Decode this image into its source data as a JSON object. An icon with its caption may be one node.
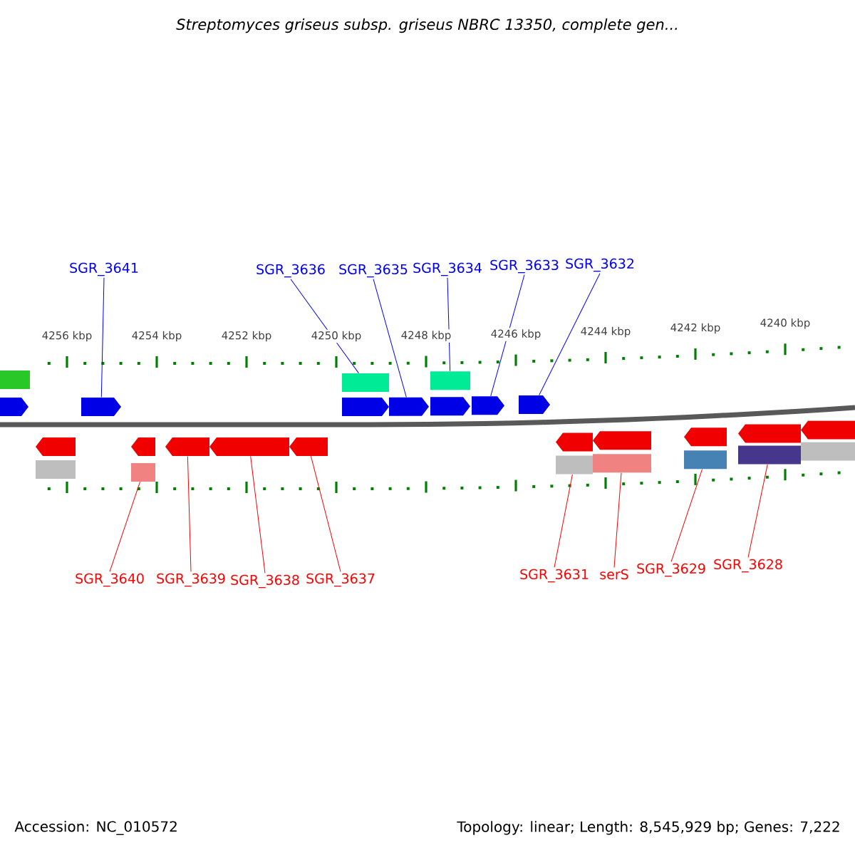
{
  "diagram": {
    "title": "Streptomyces griseus subsp. griseus NBRC 13350, complete gen...",
    "nodes": [
      {
        "text": [
          "SGR_3641"
        ]
      },
      {
        "text": [
          "SGR_3636"
        ]
      },
      {
        "text": [
          "SGR_3635"
        ]
      },
      {
        "text": [
          "SGR_3634"
        ]
      },
      {
        "text": [
          "SGR_3633"
        ]
      },
      {
        "text": [
          "SGR_3632"
        ]
      },
      {
        "text": [
          "SGR_3640"
        ]
      },
      {
        "text": [
          "SGR_3639"
        ]
      },
      {
        "text": [
          "SGR_3638"
        ]
      },
      {
        "text": [
          "SGR_3637"
        ]
      },
      {
        "text": [
          "SGR_3631"
        ]
      },
      {
        "text": [
          "serS"
        ]
      },
      {
        "text": [
          "SGR_3629"
        ]
      },
      {
        "text": [
          "SGR_3628"
        ]
      },
      {
        "text": [],
        "shape": "bar"
      },
      {
        "text": [],
        "shape": "bar"
      },
      {
        "text": [],
        "shape": "bar"
      },
      {
        "text": [],
        "shape": "pentagon"
      },
      {
        "text": [],
        "shape": "pentagon"
      },
      {
        "text": [],
        "shape": "pentagon"
      },
      {
        "text": [],
        "shape": "pentagon"
      },
      {
        "text": [],
        "shape": "pentagon"
      },
      {
        "text": [],
        "shape": "pentagon"
      },
      {
        "text": [],
        "shape": "pentagon"
      },
      {
        "text": [],
        "shape": "pentagon"
      },
      {
        "text": [],
        "shape": "pentagon"
      },
      {
        "text": [],
        "shape": "pentagon"
      },
      {
        "text": [],
        "shape": "pentagon"
      },
      {
        "text": [],
        "shape": "pentagon"
      },
      {
        "text": [],
        "shape": "pentagon"
      },
      {
        "text": [],
        "shape": "pentagon"
      },
      {
        "text": [],
        "shape": "pentagon"
      },
      {
        "text": [],
        "shape": "pentagon"
      },
      {
        "text": [],
        "shape": "pentagon"
      },
      {
        "text": [],
        "shape": "bar"
      },
      {
        "text": [],
        "shape": "bar"
      },
      {
        "text": [],
        "shape": "bar"
      },
      {
        "text": [],
        "shape": "bar"
      },
      {
        "text": [],
        "shape": "bar"
      },
      {
        "text": [],
        "shape": "bar"
      },
      {
        "text": [],
        "shape": "bar"
      }
    ],
    "edges": [
      {
        "from": 0,
        "to": 18,
        "arrow": "none",
        "color": "#0000ff"
      },
      {
        "from": 1,
        "to": 15,
        "arrow": "none",
        "color": "#0000ff"
      },
      {
        "from": 2,
        "to": 20,
        "arrow": "none",
        "color": "#0000ff"
      },
      {
        "from": 3,
        "to": 16,
        "arrow": "none",
        "color": "#0000ff"
      },
      {
        "from": 4,
        "to": 22,
        "arrow": "none",
        "color": "#0000ff"
      },
      {
        "from": 5,
        "to": 23,
        "arrow": "none",
        "color": "#0000ff"
      },
      {
        "from": 6,
        "to": 35,
        "arrow": "none",
        "color": "#ff0000"
      },
      {
        "from": 7,
        "to": 26,
        "arrow": "none",
        "color": "#ff0000"
      },
      {
        "from": 8,
        "to": 27,
        "arrow": "none",
        "color": "#ff0000"
      },
      {
        "from": 9,
        "to": 28,
        "arrow": "none",
        "color": "#ff0000"
      },
      {
        "from": 10,
        "to": 36,
        "arrow": "none",
        "color": "#ff0000"
      },
      {
        "from": 11,
        "to": 37,
        "arrow": "none",
        "color": "#ff0000"
      },
      {
        "from": 12,
        "to": 38,
        "arrow": "none",
        "color": "#ff0000"
      },
      {
        "from": 13,
        "to": 39,
        "arrow": "none",
        "color": "#ff0000"
      }
    ],
    "labels": [
      "4256 kbp",
      "4254 kbp",
      "4252 kbp",
      "4250 kbp",
      "4248 kbp",
      "4246 kbp",
      "4244 kbp",
      "4242 kbp",
      "4240 kbp",
      "Accession: NC_010572",
      "Topology: linear; Length: 8,545,929 bp; Genes: 7,222"
    ]
  }
}
